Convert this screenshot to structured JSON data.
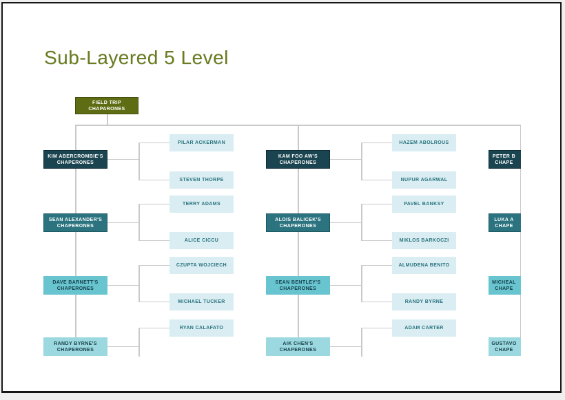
{
  "page": {
    "title": "Sub-Layered 5 Level"
  },
  "colors": {
    "title": "#6d7b1f",
    "root_fill": "#5e6d13",
    "root_border": "#454f0d",
    "level1_fill": "#1a4450",
    "level1_border": "#0f2e38",
    "level2_fill": "#2a737f",
    "level2_border": "#1d5761",
    "level3_fill": "#68c5d0",
    "level4_fill": "#9cd8df",
    "child_fill": "#d9edf2",
    "dark_text": "#143d47",
    "light_text": "#ffffff",
    "child_text": "#2a737f",
    "connector": "#c9c9c9",
    "page_frame": "#161616"
  },
  "chart": {
    "type": "org-tree",
    "root": {
      "line1": "FIELD TRIP",
      "line2": "CHAPARONES"
    },
    "columns": [
      {
        "parents": [
          {
            "line1": "KIM ABERCROMBIE'S",
            "line2": "CHAPERONES",
            "level": 1,
            "clipped": false,
            "children": [
              "PILAR ACKERMAN",
              "STEVEN THORPE"
            ]
          },
          {
            "line1": "SEAN ALEXANDER'S",
            "line2": "CHAPERONES",
            "level": 2,
            "clipped": false,
            "children": [
              "TERRY ADAMS",
              "ALICE CICCU"
            ]
          },
          {
            "line1": "DAVE BARNETT'S",
            "line2": "CHAPERONES",
            "level": 3,
            "clipped": false,
            "children": [
              "CZUPTA WOJCIECH",
              "MICHAEL TUCKER"
            ]
          },
          {
            "line1": "RANDY BYRNE'S",
            "line2": "CHAPERONES",
            "level": 4,
            "clipped": false,
            "children": [
              "RYAN CALAFATO"
            ]
          }
        ]
      },
      {
        "parents": [
          {
            "line1": "KAM FOO AW'S",
            "line2": "CHAPERONES",
            "level": 1,
            "clipped": false,
            "children": [
              "HAZEM ABOLROUS",
              "NUPUR AGARWAL"
            ]
          },
          {
            "line1": "ALOIS BALICEK'S",
            "line2": "CHAPERONES",
            "level": 2,
            "clipped": false,
            "children": [
              "PAVEL BANKSY",
              "MIKLOS BARKOCZI"
            ]
          },
          {
            "line1": "SEAN BENTLEY'S",
            "line2": "CHAPERONES",
            "level": 3,
            "clipped": false,
            "children": [
              "ALMUDENA BENITO",
              "RANDY BYRNE"
            ]
          },
          {
            "line1": "AIK CHEN'S",
            "line2": "CHAPERONES",
            "level": 4,
            "clipped": false,
            "children": [
              "ADAM CARTER"
            ]
          }
        ]
      },
      {
        "parents": [
          {
            "line1": "PETER B",
            "line2": "CHAPE",
            "level": 1,
            "clipped": true,
            "children": []
          },
          {
            "line1": "LUKA A",
            "line2": "CHAPE",
            "level": 2,
            "clipped": true,
            "children": []
          },
          {
            "line1": "MICHEAL",
            "line2": "CHAPE",
            "level": 3,
            "clipped": true,
            "children": []
          },
          {
            "line1": "GUSTAVO",
            "line2": "CHAPE",
            "level": 4,
            "clipped": true,
            "children": []
          }
        ]
      }
    ]
  }
}
